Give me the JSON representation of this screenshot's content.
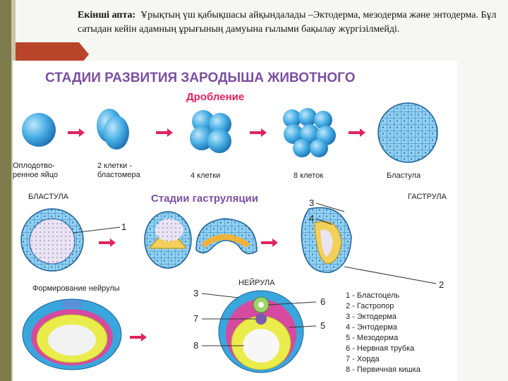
{
  "header": {
    "label": "Екінші апта",
    "text": "Ұрықтың үш қабықшасы айқындалады –Эктодерма, мезодерма және энтодерма. Бұл сатыдан кейін адамның ұрығының дамуына ғылыми бақылау жүргізілмейді."
  },
  "figure": {
    "title": "СТАДИИ РАЗВИТИЯ ЗАРОДЫША ЖИВОТНОГО",
    "cleavage_title": "Дробление",
    "cleavage_labels": [
      "Оплодотво-",
      "ренное яйцо",
      "2 клетки -",
      "бластомера",
      "4 клетки",
      "8 клеток",
      "Бластула"
    ],
    "blastula_label": "БЛАСТУЛА",
    "gastrulation_title": "Стадии гаструляции",
    "gastrula_label": "ГАСТРУЛА",
    "neurula_formation_label": "Формирование нейрулы",
    "neurula_label": "НЕЙРУЛА",
    "numbers": [
      "1",
      "2",
      "3",
      "4",
      "3",
      "6",
      "7",
      "5",
      "8"
    ],
    "legend": [
      "1 - Бластоцель",
      "2 - Гастропор",
      "3 - Эктодерма",
      "4 - Энтодерма",
      "5 - Мезодерма",
      "6 - Нервная трубка",
      "7 - Хорда",
      "8 - Первичная кишка"
    ]
  },
  "colors": {
    "accent_red": "#e0245e",
    "title_purple": "#7b4fa0",
    "cell_blue": "#3aa6de"
  }
}
